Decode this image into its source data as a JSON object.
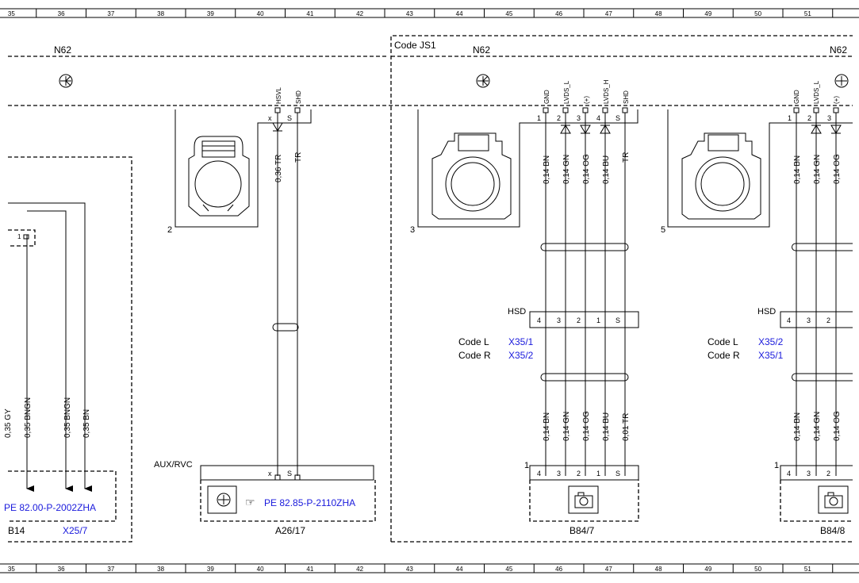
{
  "ruler": {
    "cols": [
      "35",
      "36",
      "37",
      "38",
      "39",
      "40",
      "41",
      "42",
      "43",
      "44",
      "45",
      "46",
      "47",
      "48",
      "49",
      "50",
      "51"
    ]
  },
  "labels": {
    "n62_left": "N62",
    "n62_mid": "N62",
    "n62_right": "N62",
    "code_js1": "Code JS1",
    "hsd_mid": "HSD",
    "hsd_right": "HSD",
    "code_l_mid": "Code L",
    "code_r_mid": "Code R",
    "x35_1_mid": "X35/1",
    "x35_2_mid": "X35/2",
    "code_l_right": "Code L",
    "code_r_right": "Code R",
    "x35_2_right": "X35/2",
    "x35_1_right": "X35/1",
    "aux_rvc": "AUX/RVC",
    "ref_b14": "PE 82.00-P-2002ZHA",
    "ref_a26": "PE 82.85-P-2110ZHA",
    "b14": "B14",
    "x25_7": "X25/7",
    "a26_17": "A26/17",
    "b84_7": "B84/7",
    "b84_8": "B84/8",
    "conn_num_2": "2",
    "conn_num_3": "3",
    "conn_num_5": "5",
    "plug_num_mid": "1",
    "plug_num_right": "1"
  },
  "pins": {
    "hsvl": "HSVL",
    "shd": "SHD",
    "gnd": "GND",
    "lvds_l": "LVDS_L",
    "plus": "(+)",
    "lvds_h": "LVDS_H",
    "x": "x",
    "s": "S",
    "p1": "1",
    "p2": "2",
    "p3": "3",
    "p4": "4"
  },
  "wires": {
    "tr36": "0,36 TR",
    "tr": "TR",
    "bn14": "0,14 BN",
    "gn14": "0,14 GN",
    "og14": "0,14 OG",
    "bu14": "0,14 BU",
    "tr01": "0,01 TR",
    "bngn35": "0,35 BNGN",
    "bn35": "0,35 BN",
    "cut35": "0,35 GY"
  }
}
